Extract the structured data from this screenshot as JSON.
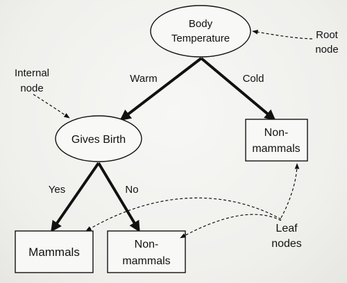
{
  "root_node": {
    "line1": "Body",
    "line2": "Temperature"
  },
  "internal_node": {
    "label": "Gives Birth"
  },
  "leaves": {
    "cold_leaf": {
      "line1": "Non-",
      "line2": "mammals"
    },
    "mammals_leaf": {
      "label": "Mammals"
    },
    "no_leaf": {
      "line1": "Non-",
      "line2": "mammals"
    }
  },
  "edges": {
    "warm": "Warm",
    "cold": "Cold",
    "yes": "Yes",
    "no": "No"
  },
  "annotations": {
    "root": {
      "line1": "Root",
      "line2": "node"
    },
    "internal": {
      "line1": "Internal",
      "line2": "node"
    },
    "leaf": {
      "line1": "Leaf",
      "line2": "nodes"
    }
  }
}
